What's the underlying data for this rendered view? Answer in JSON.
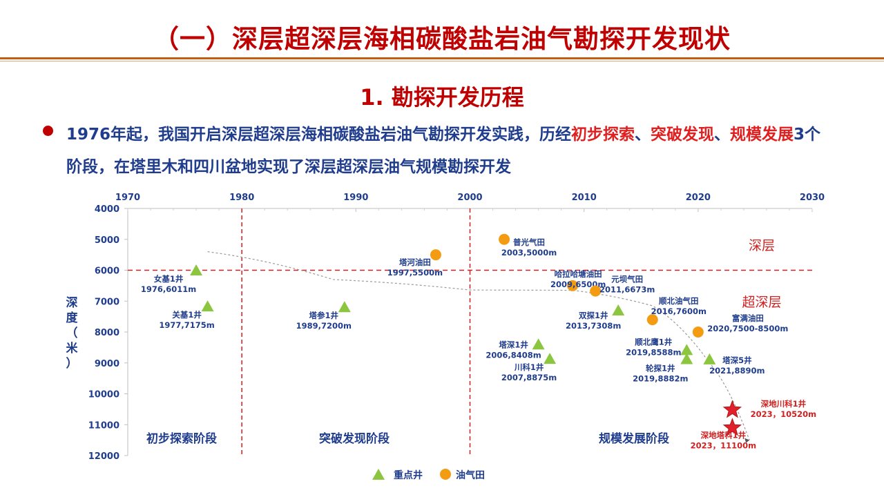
{
  "header": {
    "title": "（一）深层超深层海相碳酸盐岩油气勘探开发现状",
    "subtitle": "1. 勘探开发历程"
  },
  "bullet": {
    "text_1": "1976年起，我国开启深层超深层海相碳酸盐岩油气勘探开发实践，历经",
    "stage_1": "初步探索",
    "sep_1": "、",
    "stage_2": "突破发现",
    "sep_2": "、",
    "stage_3": "规模发展",
    "text_2": "3个阶段，在塔里木和四川盆地实现了深层超深层油气规模勘探开发"
  },
  "colors": {
    "title_red": "#c00000",
    "highlight_red": "#e02020",
    "navy": "#1f3d8c",
    "well_green": "#8cc63f",
    "field_orange": "#f39c12",
    "star_red": "#e0202a"
  },
  "chart_data": {
    "type": "scatter",
    "xlabel": "",
    "ylabel": "深度（米）",
    "xlim": [
      1970,
      2030
    ],
    "ylim": [
      4000,
      12000
    ],
    "y_reversed": true,
    "x_ticks": [
      "1970",
      "1980",
      "1990",
      "2000",
      "2010",
      "2020",
      "2030"
    ],
    "y_ticks": [
      "4000",
      "5000",
      "6000",
      "7000",
      "8000",
      "9000",
      "10000",
      "11000",
      "12000"
    ],
    "grid": false,
    "stage_dividers": [
      1980,
      2000
    ],
    "stages": [
      "初步探索阶段",
      "突破发现阶段",
      "规模发展阶段"
    ],
    "depth_boundary": 6000,
    "zone_labels": {
      "above": "深层",
      "below": "超深层"
    },
    "legend": [
      {
        "label": "重点井",
        "marker": "triangle"
      },
      {
        "label": "油气田",
        "marker": "circle"
      }
    ],
    "series": [
      {
        "name": "重点井",
        "marker": "triangle",
        "points": [
          {
            "x": 1976,
            "y": 6011,
            "name": "女基1井",
            "label": "1976,6011m"
          },
          {
            "x": 1977,
            "y": 7175,
            "name": "关基1井",
            "label": "1977,7175m"
          },
          {
            "x": 1989,
            "y": 7200,
            "name": "塔参1井",
            "label": "1989,7200m"
          },
          {
            "x": 2006,
            "y": 8408,
            "name": "塔深1井",
            "label": "2006,8408m"
          },
          {
            "x": 2007,
            "y": 8875,
            "name": "川科1井",
            "label": "2007,8875m"
          },
          {
            "x": 2013,
            "y": 7308,
            "name": "双探1井",
            "label": "2013,7308m"
          },
          {
            "x": 2019,
            "y": 8588,
            "name": "顺北鹰1井",
            "label": "2019,8588m"
          },
          {
            "x": 2019,
            "y": 8882,
            "name": "轮探1井",
            "label": "2019,8882m"
          },
          {
            "x": 2021,
            "y": 8890,
            "name": "塔深5井",
            "label": "2021,8890m"
          }
        ]
      },
      {
        "name": "油气田",
        "marker": "circle",
        "points": [
          {
            "x": 1997,
            "y": 5500,
            "name": "塔河油田",
            "label": "1997,5500m"
          },
          {
            "x": 2003,
            "y": 5000,
            "name": "普光气田",
            "label": "2003,5000m"
          },
          {
            "x": 2009,
            "y": 6500,
            "name": "哈拉哈塘油田",
            "label": "2009,6500m"
          },
          {
            "x": 2011,
            "y": 6673,
            "name": "元坝气田",
            "label": "2011,6673m"
          },
          {
            "x": 2016,
            "y": 7600,
            "name": "顺北油气田",
            "label": "2016,7600m"
          },
          {
            "x": 2020,
            "y": 8000,
            "name": "富满油田",
            "label": "2020,7500-8500m"
          }
        ]
      },
      {
        "name": "",
        "marker": "star",
        "points": [
          {
            "x": 2023,
            "y": 10520,
            "name": "深地川科1井",
            "label": "2023，10520m"
          },
          {
            "x": 2023,
            "y": 11100,
            "name": "深地塔科1井",
            "label": "2023，11100m"
          }
        ]
      }
    ],
    "trend_line": [
      {
        "x": 1977,
        "y": 5400
      },
      {
        "x": 1988,
        "y": 6300
      },
      {
        "x": 2000,
        "y": 6640
      },
      {
        "x": 2009,
        "y": 6650
      },
      {
        "x": 2016,
        "y": 7150
      },
      {
        "x": 2021,
        "y": 9000
      },
      {
        "x": 2024.5,
        "y": 11500
      }
    ]
  }
}
